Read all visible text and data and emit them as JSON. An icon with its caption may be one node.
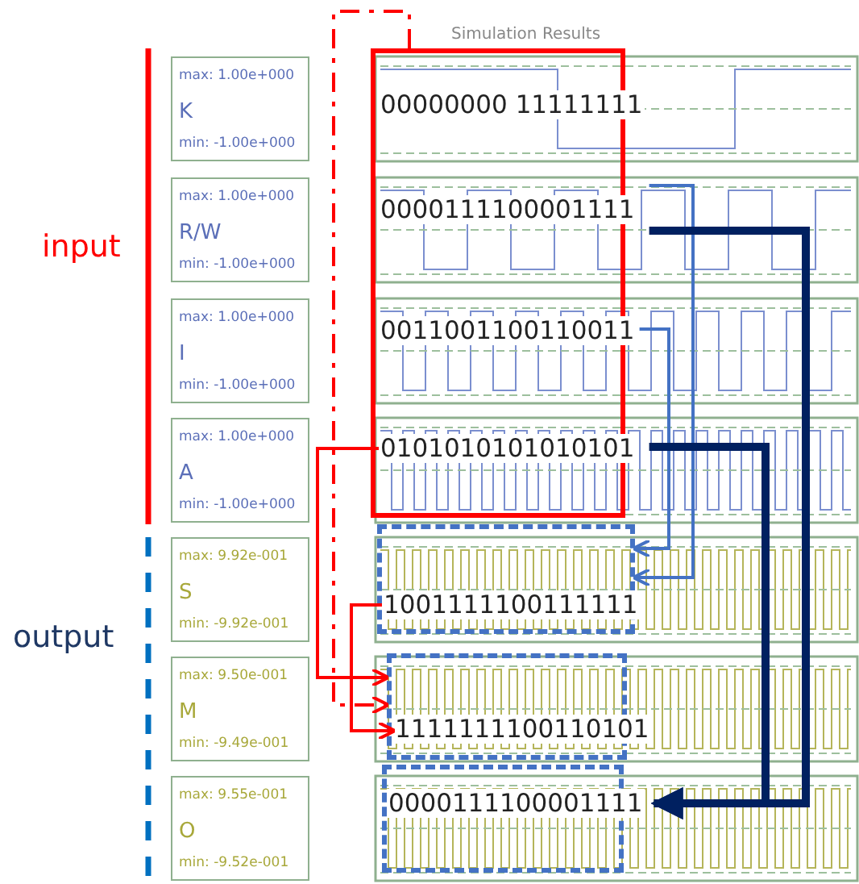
{
  "diagram": {
    "title": "Simulation Results",
    "nodes": [
      {
        "text": [],
        "shape": "box"
      },
      {
        "text": [
          "max: 1.00e+000",
          "K",
          "min: -1.00e+000"
        ]
      },
      {
        "text": [
          "00000000 11111111"
        ],
        "in": 0
      },
      {
        "text": [
          "max: 1.00e+000",
          "R/W",
          "min: -1.00e+000"
        ]
      },
      {
        "text": [
          "0000111100001111"
        ],
        "in": 0
      },
      {
        "text": [
          "max: 1.00e+000",
          "I",
          "min: -1.00e+000"
        ]
      },
      {
        "text": [
          "0011001100110011"
        ],
        "in": 0
      },
      {
        "text": [
          "max: 1.00e+000",
          "A",
          "min: -1.00e+000"
        ]
      },
      {
        "text": [
          "0101010101010101"
        ],
        "in": 0
      },
      {
        "text": [
          "max: 9.92e-001",
          "S",
          "min: -9.92e-001"
        ]
      },
      {
        "text": [],
        "shape": "box"
      },
      {
        "text": [
          "1001111100111111"
        ],
        "in": 10
      },
      {
        "text": [
          "max: 9.50e-001",
          "M",
          "min: -9.49e-001"
        ]
      },
      {
        "text": [],
        "shape": "box"
      },
      {
        "text": [
          "1111111100110101"
        ],
        "in": 13
      },
      {
        "text": [
          "max: 9.55e-001",
          "O",
          "min: -9.52e-001"
        ]
      },
      {
        "text": [],
        "shape": "box"
      },
      {
        "text": [
          "0000111100001111"
        ],
        "in": 16
      }
    ],
    "edges": [
      {
        "from": 0,
        "to": 13,
        "arrow": "to",
        "style": "dashed"
      },
      {
        "from": 8,
        "to": 13,
        "arrow": "to"
      },
      {
        "from": 11,
        "to": 14,
        "arrow": "to"
      },
      {
        "from": 4,
        "to": 10,
        "arrow": "to",
        "color": "#4472c4"
      },
      {
        "from": 6,
        "to": 10,
        "arrow": "to",
        "color": "#4472c4"
      },
      {
        "from": 4,
        "to": 17,
        "arrow": "to",
        "style": "thick",
        "color": "#002060"
      },
      {
        "from": 8,
        "to": 17,
        "arrow": "to",
        "style": "thick",
        "color": "#002060"
      }
    ],
    "labels": [
      "input",
      "output"
    ]
  }
}
